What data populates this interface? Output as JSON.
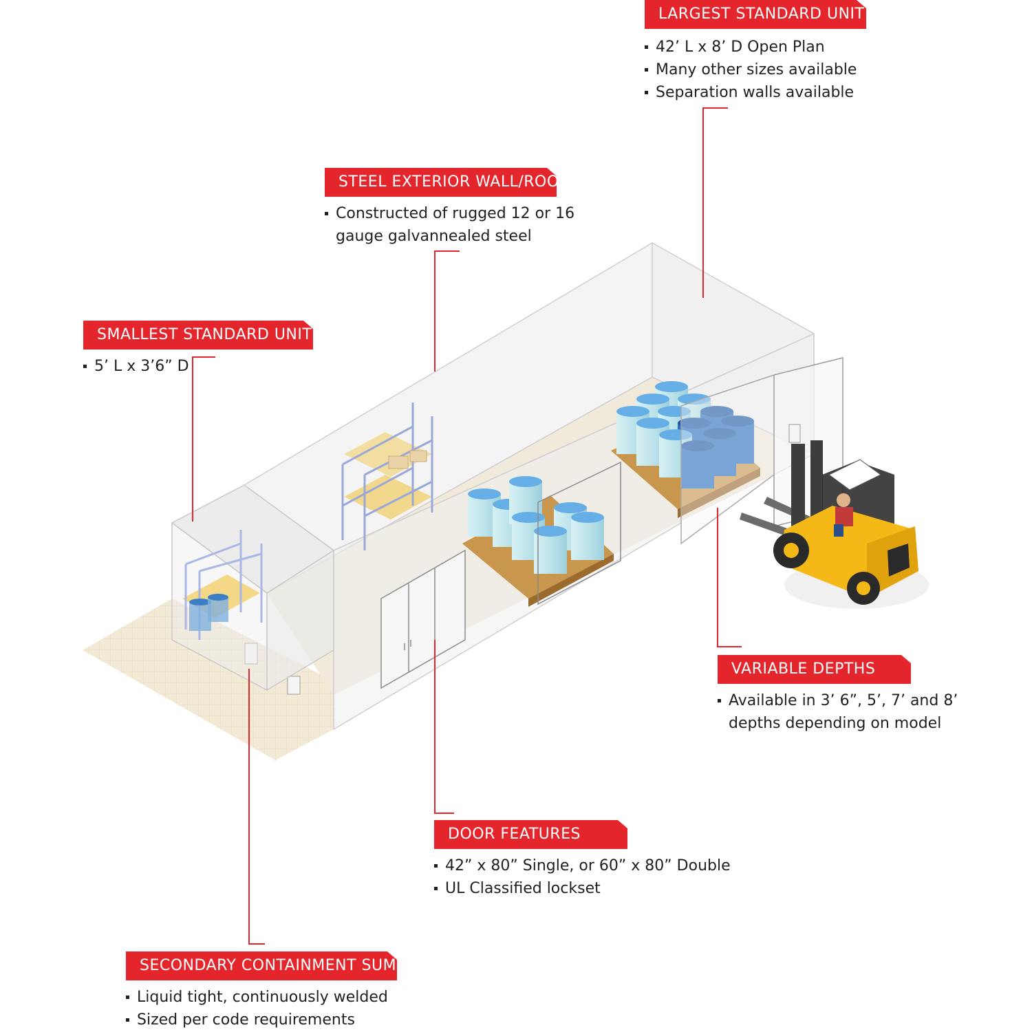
{
  "colors": {
    "accent": "#e4262c",
    "text": "#1f1f1f",
    "floor": "#f0e7d2",
    "barrel_light": "#c3e7ee",
    "barrel_dark": "#2a78c8",
    "pallet": "#c8964d",
    "forklift": "#f5b917",
    "shelf_board": "#f2cf6b"
  },
  "callouts": {
    "largest": {
      "title": "LARGEST STANDARD UNIT",
      "items": [
        "42’ L x 8’ D  Open Plan",
        "Many other sizes available",
        "Separation walls available"
      ]
    },
    "steel": {
      "title": "STEEL EXTERIOR WALL/ROOF",
      "items": [
        "Constructed of rugged 12 or 16",
        "gauge galvannealed steel"
      ]
    },
    "smallest": {
      "title": "SMALLEST STANDARD UNIT",
      "items": [
        "5’ L x 3’6” D"
      ]
    },
    "depths": {
      "title": "VARIABLE DEPTHS",
      "items": [
        "Available in 3’ 6”, 5’, 7’ and 8’",
        "depths depending on model"
      ]
    },
    "door": {
      "title": "DOOR FEATURES",
      "items": [
        "42” x 80” Single, or 60” x 80” Double",
        "UL Classified lockset"
      ]
    },
    "sump": {
      "title": "SECONDARY CONTAINMENT SUMP",
      "items": [
        "Liquid tight, continuously welded",
        "Sized per code requirements"
      ]
    }
  }
}
